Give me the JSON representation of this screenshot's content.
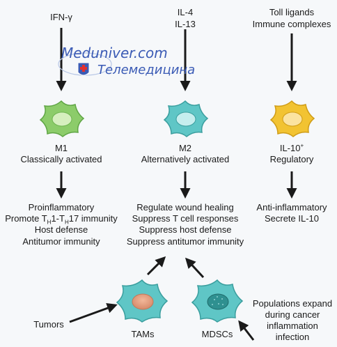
{
  "inputs": {
    "m1": "IFN-γ",
    "m2_line1": "IL-4",
    "m2_line2": "IL-13",
    "reg_line1": "Toll ligands",
    "reg_line2": "Immune complexes"
  },
  "cells": {
    "m1": {
      "name": "M1",
      "desc": "Classically activated",
      "color": "#8ccc6a"
    },
    "m2": {
      "name": "M2",
      "desc": "Alternatively activated",
      "color": "#5fc6c6"
    },
    "reg": {
      "name": "IL-10",
      "sup": "+",
      "desc": "Regulatory",
      "color": "#f2c332"
    },
    "tams": {
      "name": "TAMs",
      "color": "#5fc6c6"
    },
    "mdscs": {
      "name": "MDSCs",
      "color": "#5fc6c6"
    }
  },
  "outputs": {
    "m1": {
      "line1": "Proinflammatory",
      "line2_pre": "Promote T",
      "line2_sub1": "H",
      "line2_mid": "1-T",
      "line2_sub2": "H",
      "line2_post": "17 immunity",
      "line3": "Host defense",
      "line4": "Antitumor immunity"
    },
    "m2": [
      "Regulate wound healing",
      "Suppress T cell responses",
      "Suppress host defense",
      "Suppress antitumor immunity"
    ],
    "reg": [
      "Anti-inflammatory",
      "Secrete IL-10"
    ]
  },
  "bottom": {
    "tumors": "Tumors",
    "populations": [
      "Populations expand",
      "during cancer",
      "inflammation",
      "infection"
    ]
  },
  "watermark": {
    "site": "Meduniver.com",
    "tele": "Телемедицина"
  }
}
